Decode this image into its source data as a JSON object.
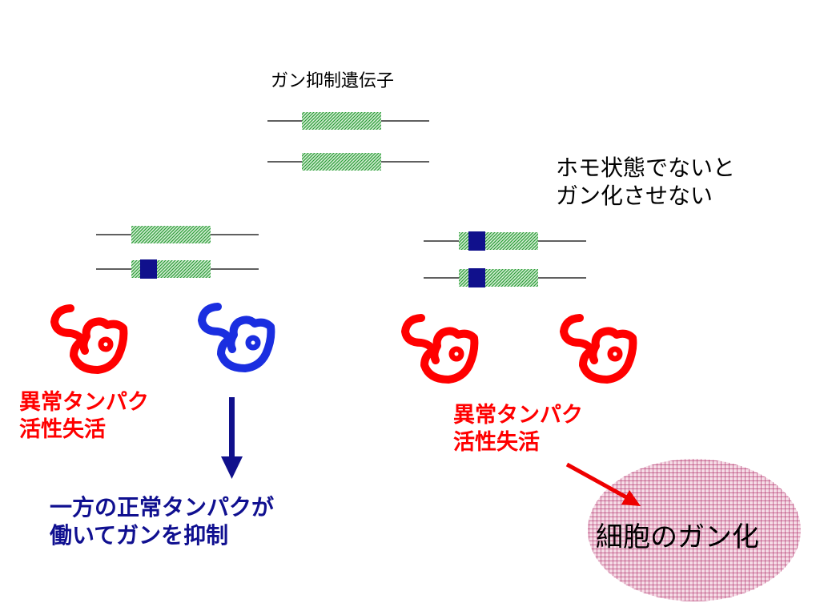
{
  "title": "ガン抑制遺伝子",
  "homozygous_note": [
    "ホモ状態でないと",
    "ガン化させない"
  ],
  "left_abnormal_label": [
    "異常タンパク",
    "活性失活"
  ],
  "right_abnormal_label": [
    "異常タンパク",
    "活性失活"
  ],
  "normal_protein_note": [
    "一方の正常タンパクが",
    "働いてガンを抑制"
  ],
  "cell_label": "細胞のガン化",
  "colors": {
    "gene_green": "#2e9e3a",
    "mutation_blue": "#10108c",
    "abnormal_red": "#ff0000",
    "normal_blue": "#1a2ee0",
    "note_blue": "#101090",
    "arrow_navy": "#10108c",
    "arrow_red": "#ee0000",
    "cell_pink": "#b0306a"
  }
}
